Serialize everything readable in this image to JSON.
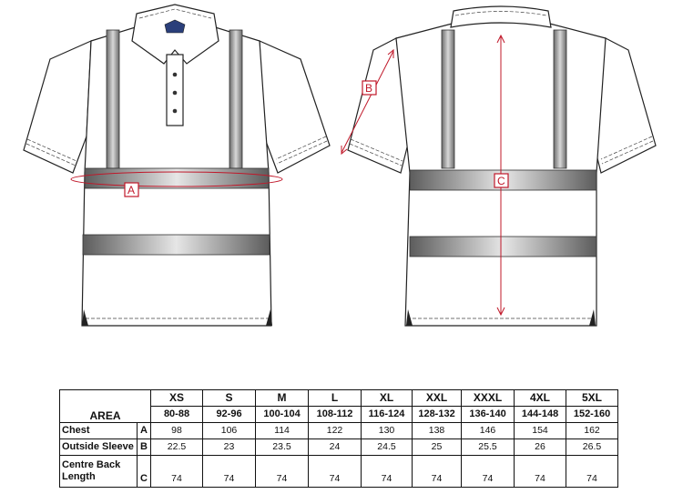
{
  "labels": {
    "a": "A",
    "b": "B",
    "c": "C"
  },
  "colors": {
    "measure": "#c0182a",
    "tape": "#6e6e6e",
    "outline": "#222222"
  },
  "table": {
    "area_label": "AREA",
    "sizes": [
      {
        "size": "XS",
        "range": "80-88"
      },
      {
        "size": "S",
        "range": "92-96"
      },
      {
        "size": "M",
        "range": "100-104"
      },
      {
        "size": "L",
        "range": "108-112"
      },
      {
        "size": "XL",
        "range": "116-124"
      },
      {
        "size": "XXL",
        "range": "128-132"
      },
      {
        "size": "XXXL",
        "range": "136-140"
      },
      {
        "size": "4XL",
        "range": "144-148"
      },
      {
        "size": "5XL",
        "range": "152-160"
      }
    ],
    "rows": [
      {
        "label": "Chest",
        "code": "A",
        "values": [
          "98",
          "106",
          "114",
          "122",
          "130",
          "138",
          "146",
          "154",
          "162"
        ]
      },
      {
        "label": "Outside Sleeve",
        "code": "B",
        "values": [
          "22.5",
          "23",
          "23.5",
          "24",
          "24.5",
          "25",
          "25.5",
          "26",
          "26.5"
        ]
      },
      {
        "label_line1": "Centre Back",
        "label_line2": "Length",
        "code": "C",
        "values": [
          "74",
          "74",
          "74",
          "74",
          "74",
          "74",
          "74",
          "74",
          "74"
        ]
      }
    ]
  }
}
